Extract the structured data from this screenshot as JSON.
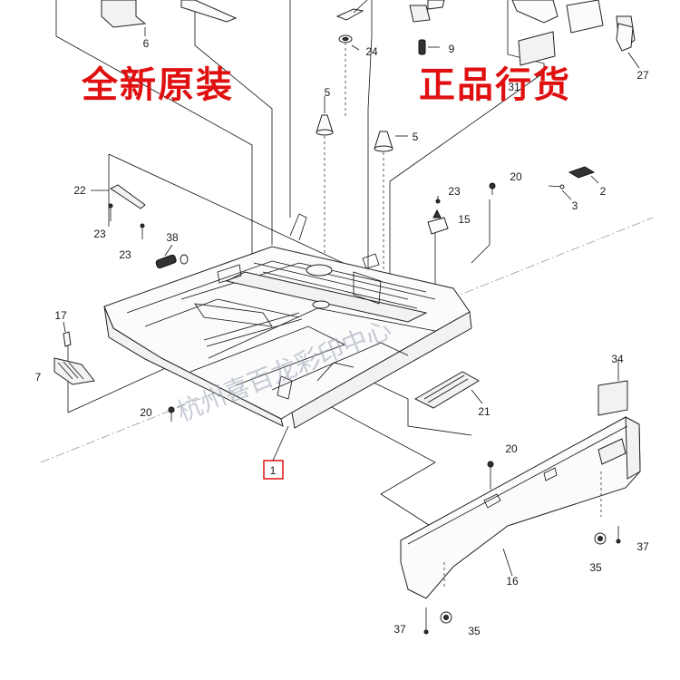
{
  "promo": {
    "left": "全新原装",
    "right": "正品行货"
  },
  "watermark": "杭州喜百龙彩印中心",
  "callouts": [
    {
      "id": "c1",
      "text": "6"
    },
    {
      "id": "c2",
      "text": "24"
    },
    {
      "id": "c3",
      "text": "9"
    },
    {
      "id": "c4",
      "text": "31"
    },
    {
      "id": "c5",
      "text": "27"
    },
    {
      "id": "c6",
      "text": "5"
    },
    {
      "id": "c7",
      "text": "5"
    },
    {
      "id": "c8",
      "text": "22"
    },
    {
      "id": "c9",
      "text": "23"
    },
    {
      "id": "c10",
      "text": "23"
    },
    {
      "id": "c11",
      "text": "38"
    },
    {
      "id": "c12",
      "text": "20"
    },
    {
      "id": "c13",
      "text": "2"
    },
    {
      "id": "c14",
      "text": "23"
    },
    {
      "id": "c15",
      "text": "15"
    },
    {
      "id": "c16",
      "text": "3"
    },
    {
      "id": "c17",
      "text": "17"
    },
    {
      "id": "c18",
      "text": "7"
    },
    {
      "id": "c19",
      "text": "20"
    },
    {
      "id": "c20",
      "text": "1"
    },
    {
      "id": "c21",
      "text": "21"
    },
    {
      "id": "c22",
      "text": "34"
    },
    {
      "id": "c23",
      "text": "20"
    },
    {
      "id": "c24",
      "text": "37"
    },
    {
      "id": "c25",
      "text": "35"
    },
    {
      "id": "c26",
      "text": "16"
    },
    {
      "id": "c27",
      "text": "37"
    },
    {
      "id": "c28",
      "text": "35"
    }
  ]
}
